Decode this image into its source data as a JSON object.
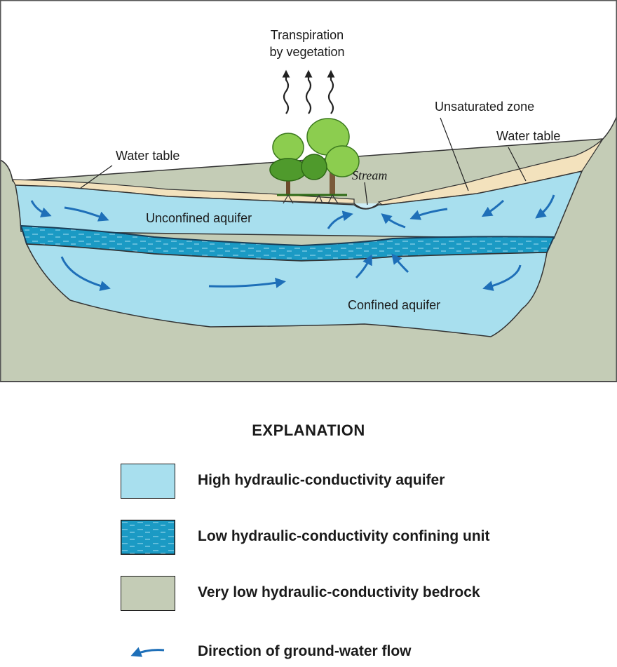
{
  "diagram": {
    "labels": {
      "transpiration_line1": "Transpiration",
      "transpiration_line2": "by vegetation",
      "unsaturated_zone": "Unsaturated zone",
      "water_table_left": "Water table",
      "water_table_right": "Water table",
      "stream": "Stream",
      "unconfined_aquifer": "Unconfined aquifer",
      "confined_aquifer": "Confined aquifer"
    },
    "colors": {
      "aquifer": "#a8dfee",
      "confining_unit": "#1b9ac4",
      "bedrock": "#c4ccb6",
      "unsaturated": "#f3e2bd",
      "arrow": "#1e6fb8",
      "tree_dark": "#4f9a2c",
      "tree_light": "#8ccd4f"
    }
  },
  "explanation": {
    "title": "EXPLANATION",
    "items": [
      {
        "label": "High hydraulic-conductivity aquifer",
        "swatch": "aquifer"
      },
      {
        "label": "Low hydraulic-conductivity confining unit",
        "swatch": "confining"
      },
      {
        "label": "Very low hydraulic-conductivity bedrock",
        "swatch": "bedrock"
      },
      {
        "label": "Direction of ground-water flow",
        "swatch": "flow-arrow"
      }
    ]
  }
}
